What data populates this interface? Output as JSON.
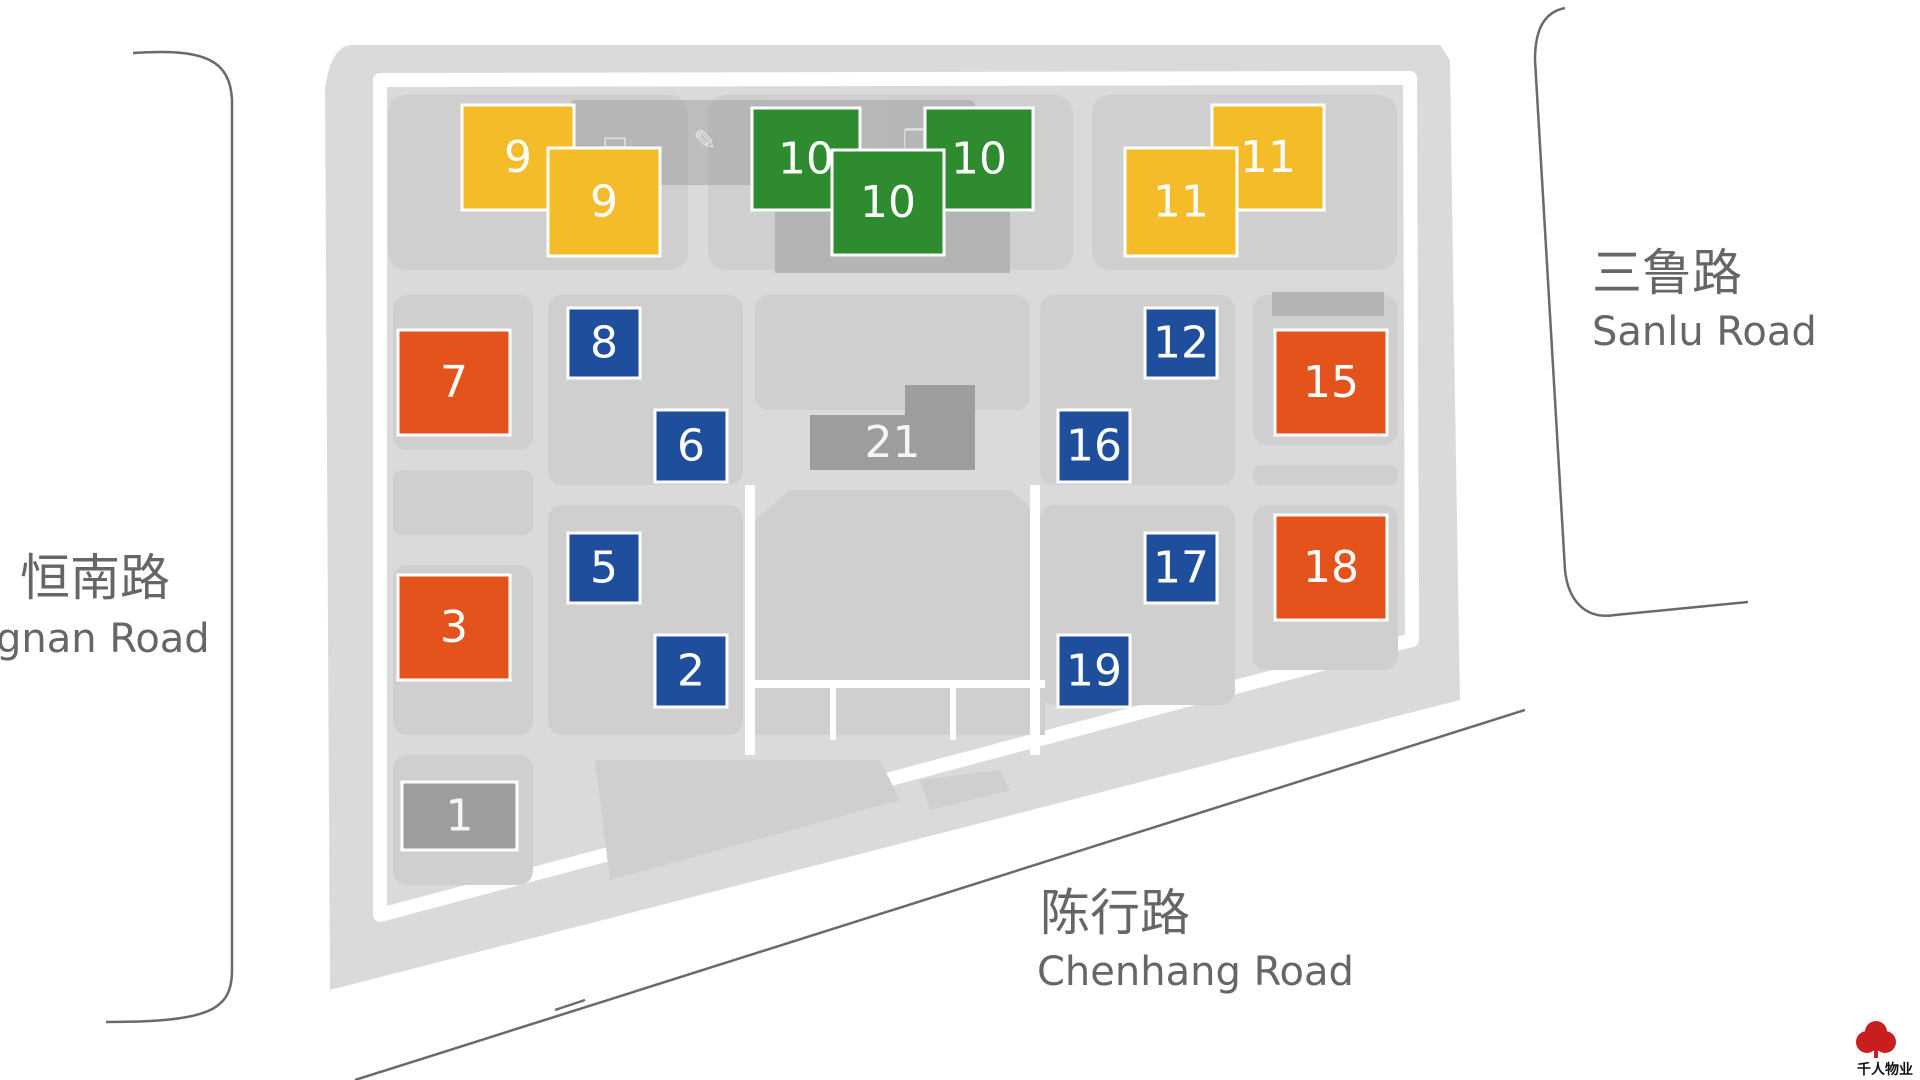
{
  "roads": {
    "west": {
      "cn": "恒南路",
      "en": "gnan Road"
    },
    "east": {
      "cn": "三鲁路",
      "en": "Sanlu Road"
    },
    "south": {
      "cn": "陈行路",
      "en": "Chenhang Road"
    }
  },
  "colors": {
    "yellow": "#f5bc2a",
    "green": "#2e8b30",
    "blue": "#1f4f9c",
    "orange": "#e4531c",
    "gray": "#9d9d9d",
    "site": "#dadada",
    "block": "#c9c9c9",
    "road_line": "#6a6a6a"
  },
  "buildings": [
    {
      "id": "b9a",
      "label": "9",
      "color": "yellow"
    },
    {
      "id": "b9b",
      "label": "9",
      "color": "yellow"
    },
    {
      "id": "b10a",
      "label": "10",
      "color": "green"
    },
    {
      "id": "b10b",
      "label": "10",
      "color": "green"
    },
    {
      "id": "b10c",
      "label": "10",
      "color": "green"
    },
    {
      "id": "b11a",
      "label": "11",
      "color": "yellow"
    },
    {
      "id": "b11b",
      "label": "11",
      "color": "yellow"
    },
    {
      "id": "b7",
      "label": "7",
      "color": "orange"
    },
    {
      "id": "b8",
      "label": "8",
      "color": "blue"
    },
    {
      "id": "b6",
      "label": "6",
      "color": "blue"
    },
    {
      "id": "b21",
      "label": "21",
      "color": "gray"
    },
    {
      "id": "b16",
      "label": "16",
      "color": "blue"
    },
    {
      "id": "b12",
      "label": "12",
      "color": "blue"
    },
    {
      "id": "b15",
      "label": "15",
      "color": "orange"
    },
    {
      "id": "b5",
      "label": "5",
      "color": "blue"
    },
    {
      "id": "b17",
      "label": "17",
      "color": "blue"
    },
    {
      "id": "b18",
      "label": "18",
      "color": "orange"
    },
    {
      "id": "b3",
      "label": "3",
      "color": "orange"
    },
    {
      "id": "b2",
      "label": "2",
      "color": "blue"
    },
    {
      "id": "b19",
      "label": "19",
      "color": "blue"
    },
    {
      "id": "b1",
      "label": "1",
      "color": "gray"
    }
  ],
  "watermark": {
    "text": "千人物业",
    "icon": "tree-logo-icon"
  }
}
